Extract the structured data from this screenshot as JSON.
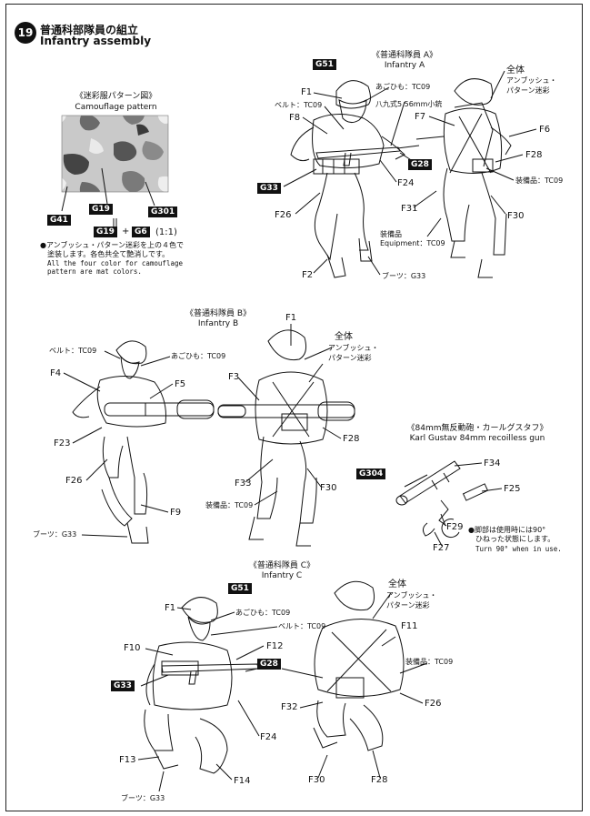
{
  "step": {
    "number": "19",
    "title_jp": "普通科部隊員の組立",
    "title_en": "Infantry assembly"
  },
  "camo": {
    "title_jp": "《迷彩服パターン図》",
    "title_en": "Camouflage pattern",
    "codes": [
      "G41",
      "G19",
      "G301"
    ],
    "mix": {
      "a": "G19",
      "plus": "+",
      "b": "G6",
      "ratio": "(1:1)"
    },
    "note_jp1": "●アンブッシュ・パターン迷彩を上の４色で",
    "note_jp2": "塗装します。各色共全て艶消しです。",
    "note_en1": "All the four color for camouflage",
    "note_en2": "pattern are mat colors."
  },
  "figA": {
    "title_jp": "《普通科隊員 A》",
    "title_en": "Infantry A",
    "labels": {
      "g51": "G51",
      "f1": "F1",
      "chin": "あごひも：TC09",
      "belt": "ベルト：TC09",
      "rifle": "八九式5.56mm小銃",
      "f8": "F8",
      "f7": "F7",
      "f6": "F6",
      "f28": "F28",
      "g28": "G28",
      "g33": "G33",
      "f24": "F24",
      "equip": "装備品：TC09",
      "f26": "F26",
      "f31": "F31",
      "f30": "F30",
      "equip2_jp": "装備品",
      "equip2_en": "Equipment：TC09",
      "f2": "F2",
      "boots": "ブーツ：G33",
      "all": "全体",
      "ambush1": "アンブッシュ・",
      "ambush2": "パターン迷彩"
    }
  },
  "figB": {
    "title_jp": "《普通科隊員 B》",
    "title_en": "Infantry B",
    "labels": {
      "f1": "F1",
      "all": "全体",
      "ambush1": "アンブッシュ・",
      "ambush2": "パターン迷彩",
      "belt": "ベルト：TC09",
      "chin": "あごひも：TC09",
      "f4": "F4",
      "f5": "F5",
      "f3": "F3",
      "f23": "F23",
      "f28": "F28",
      "f26": "F26",
      "f33": "F33",
      "f30": "F30",
      "f9": "F9",
      "equip": "装備品：TC09",
      "boots": "ブーツ：G33"
    }
  },
  "gun": {
    "title_jp": "《84mm無反動砲・カールグスタフ》",
    "title_en": "Karl Gustav 84mm recoilless gun",
    "labels": {
      "g304": "G304",
      "f34": "F34",
      "f25": "F25",
      "f29": "F29",
      "f27": "F27",
      "note_jp1": "●脚部は使用時には90°",
      "note_jp2": "ひねった状態にします。",
      "note_en": "Turn 90° when in use."
    }
  },
  "figC": {
    "title_jp": "《普通科隊員 C》",
    "title_en": "Infantry C",
    "labels": {
      "g51": "G51",
      "f1": "F1",
      "chin": "あごひも：TC09",
      "belt": "ベルト：TC09",
      "all": "全体",
      "ambush1": "アンブッシュ・",
      "ambush2": "パターン迷彩",
      "f11": "F11",
      "f10": "F10",
      "f12": "F12",
      "g28": "G28",
      "equip": "装備品：TC09",
      "g33": "G33",
      "f24": "F24",
      "f32": "F32",
      "f26": "F26",
      "f13": "F13",
      "f14": "F14",
      "f30": "F30",
      "f28": "F28",
      "boots": "ブーツ：G33"
    }
  }
}
